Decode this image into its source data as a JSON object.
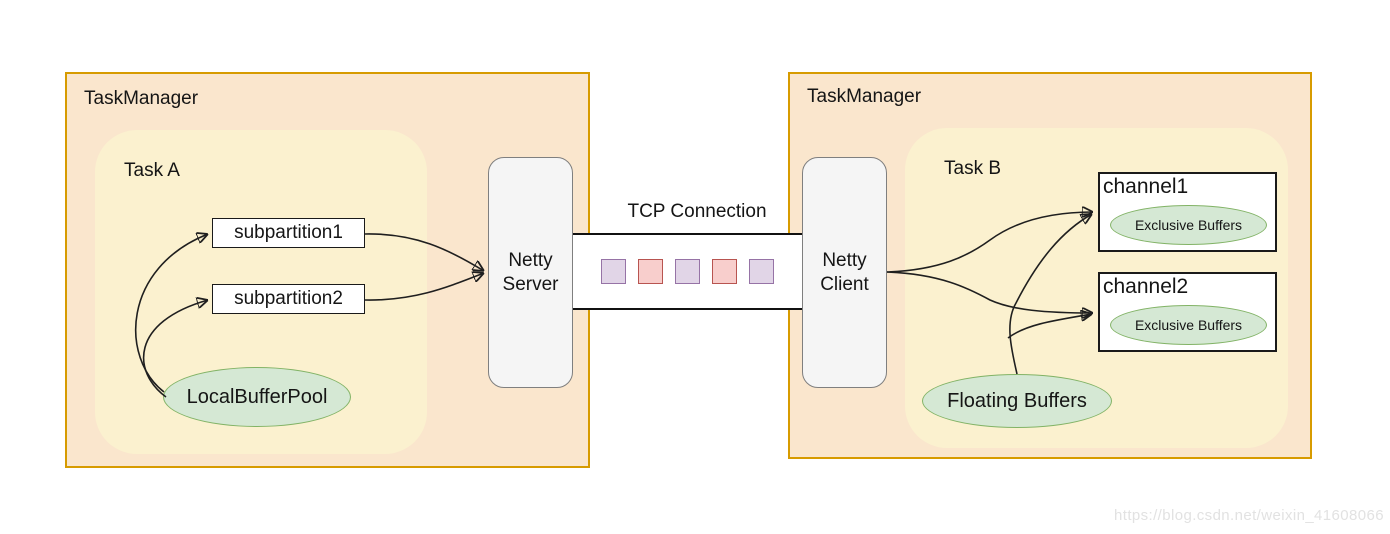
{
  "diagram": {
    "left": {
      "taskmanager_label": "TaskManager",
      "task_label": "Task A",
      "subpartitions": [
        "subpartition1",
        "subpartition2"
      ],
      "buffer_pool_label": "LocalBufferPool",
      "netty_label": "Netty Server"
    },
    "middle": {
      "tcp_label": "TCP Connection",
      "buffer_squares": [
        "purple",
        "red",
        "purple",
        "red",
        "purple"
      ]
    },
    "right": {
      "taskmanager_label": "TaskManager",
      "task_label": "Task B",
      "netty_label": "Netty Client",
      "channels": [
        {
          "label": "channel1",
          "buffers_label": "Exclusive Buffers"
        },
        {
          "label": "channel2",
          "buffers_label": "Exclusive Buffers"
        }
      ],
      "floating_label": "Floating Buffers"
    },
    "watermark": "https://blog.csdn.net/weixin_41608066"
  },
  "colors": {
    "taskmanager_fill": "#fae6cd",
    "taskmanager_border": "#d79b00",
    "task_fill": "#fbf1cf",
    "green_fill": "#d5e8d4",
    "green_border": "#82b366",
    "gray_fill": "#f5f5f5",
    "gray_border": "#7f7f7f",
    "purple_fill": "#e1d5e7",
    "purple_border": "#9673a6",
    "red_fill": "#f8cecc",
    "red_border": "#b85450"
  }
}
